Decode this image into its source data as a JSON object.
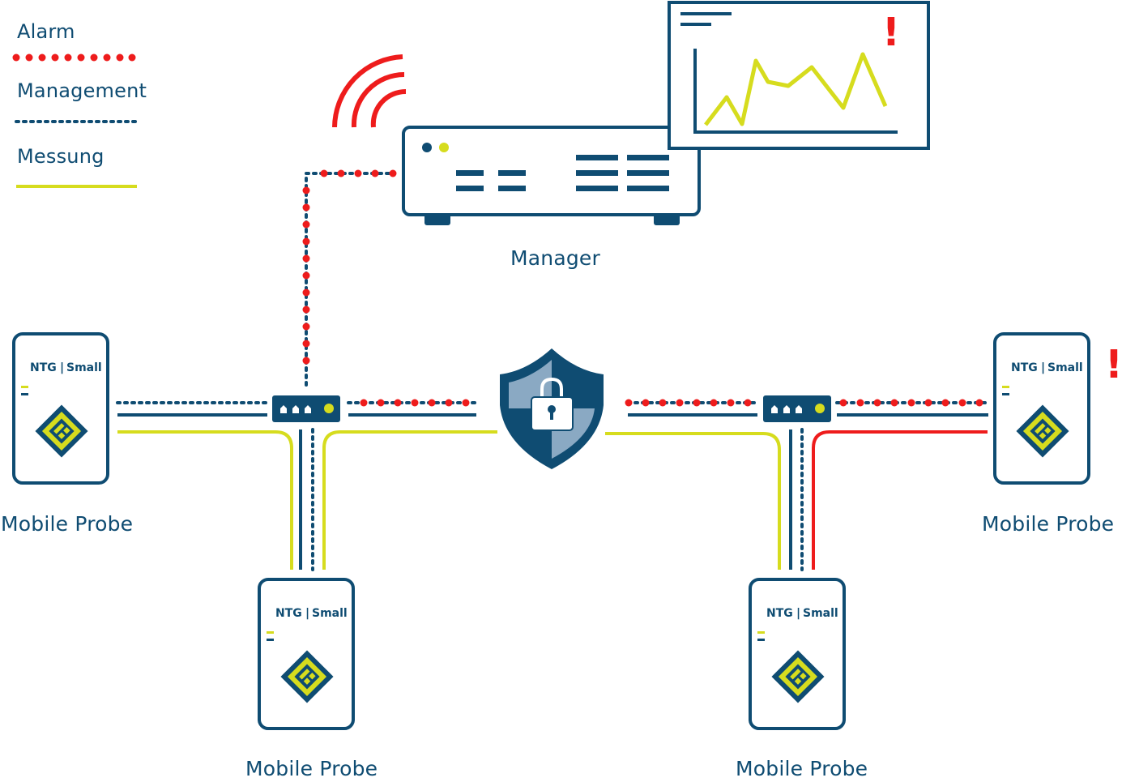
{
  "legend": {
    "alarm": "Alarm",
    "management": "Management",
    "messung": "Messung"
  },
  "manager_label": "Manager",
  "probes": [
    {
      "model": "NTG",
      "size": "Small",
      "label": "Mobile Probe"
    },
    {
      "model": "NTG",
      "size": "Small",
      "label": "Mobile Probe"
    },
    {
      "model": "NTG",
      "size": "Small",
      "label": "Mobile Probe"
    },
    {
      "model": "NTG",
      "size": "Small",
      "label": "Mobile Probe"
    }
  ],
  "alert_mark": "!",
  "colors": {
    "navy": "#0f4c72",
    "alarm_red": "#ee1c1c",
    "measure_yellow": "#d6dc1e",
    "shield_light": "#8aa9c3"
  },
  "icons": {
    "shield": "shield-lock-icon",
    "monitor": "monitor-chart-icon",
    "server": "server-icon",
    "wifi": "wireless-signal-icon",
    "switch": "network-switch-icon",
    "probe_logo": "probe-logo-icon"
  }
}
